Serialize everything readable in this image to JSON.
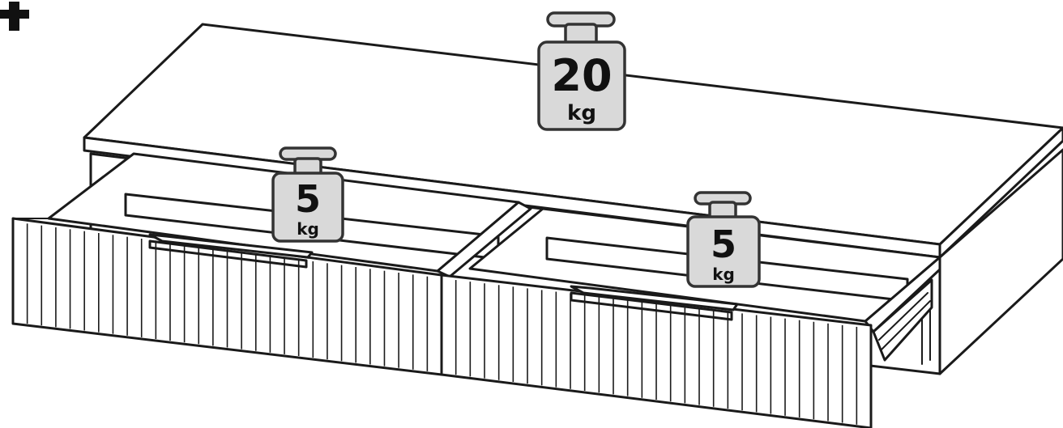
{
  "weights": {
    "top": {
      "value": "20",
      "unit": "kg"
    },
    "left_drawer": {
      "value": "5",
      "unit": "kg"
    },
    "right_drawer": {
      "value": "5",
      "unit": "kg"
    }
  }
}
